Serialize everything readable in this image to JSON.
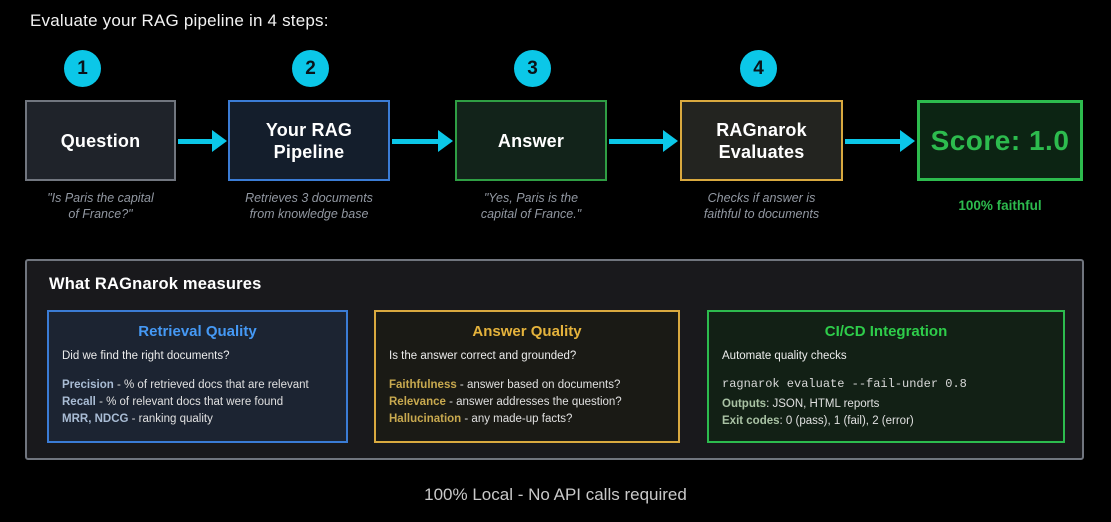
{
  "header": {
    "title": "Evaluate your RAG pipeline in 4 steps:"
  },
  "flow": {
    "steps": [
      {
        "number": "1",
        "label": "Question",
        "caption": "\"Is Paris the capital\nof France?\""
      },
      {
        "number": "2",
        "label": "Your RAG\nPipeline",
        "caption": "Retrieves 3 documents\nfrom knowledge base"
      },
      {
        "number": "3",
        "label": "Answer",
        "caption": "\"Yes, Paris is the\ncapital of France.\""
      },
      {
        "number": "4",
        "label": "RAGnarok\nEvaluates",
        "caption": "Checks if answer is\nfaithful to documents"
      }
    ],
    "result": {
      "label": "Score: 1.0",
      "caption": "100% faithful"
    }
  },
  "measures": {
    "heading": "What RAGnarok measures",
    "cards": [
      {
        "title": "Retrieval Quality",
        "question": "Did we find the right documents?",
        "metrics": [
          {
            "term": "Precision",
            "desc": " - % of retrieved docs that are relevant"
          },
          {
            "term": "Recall",
            "desc": " - % of relevant docs that were found"
          },
          {
            "term": "MRR, NDCG",
            "desc": " - ranking quality"
          }
        ],
        "accent": "#3b7cd5",
        "title_color": "#4599f5"
      },
      {
        "title": "Answer Quality",
        "question": "Is the answer correct and grounded?",
        "metrics": [
          {
            "term": "Faithfulness",
            "desc": " - answer based on documents?"
          },
          {
            "term": "Relevance",
            "desc": " - answer addresses the question?"
          },
          {
            "term": "Hallucination",
            "desc": " - any made-up facts?"
          }
        ],
        "accent": "#d9a93f",
        "title_color": "#e5b33c"
      },
      {
        "title": "CI/CD Integration",
        "question": "Automate quality checks",
        "command": "ragnarok evaluate --fail-under 0.8",
        "metrics": [
          {
            "term": "Outputs",
            "desc": ": JSON, HTML reports"
          },
          {
            "term": "Exit codes",
            "desc": ": 0 (pass), 1 (fail), 2 (error)"
          }
        ],
        "accent": "#2dbb4e",
        "title_color": "#2ecc4a"
      }
    ]
  },
  "footer": {
    "note": "100% Local - No API calls required"
  },
  "colors": {
    "background": "#000000",
    "accent_cyan": "#0bc7e8",
    "accent_blue": "#3b7cd5",
    "accent_gold": "#d9a93f",
    "accent_green": "#2dbb4e",
    "neutral_border": "#70757e",
    "caption_gray": "#9298a2",
    "panel_background": "#19191c"
  }
}
